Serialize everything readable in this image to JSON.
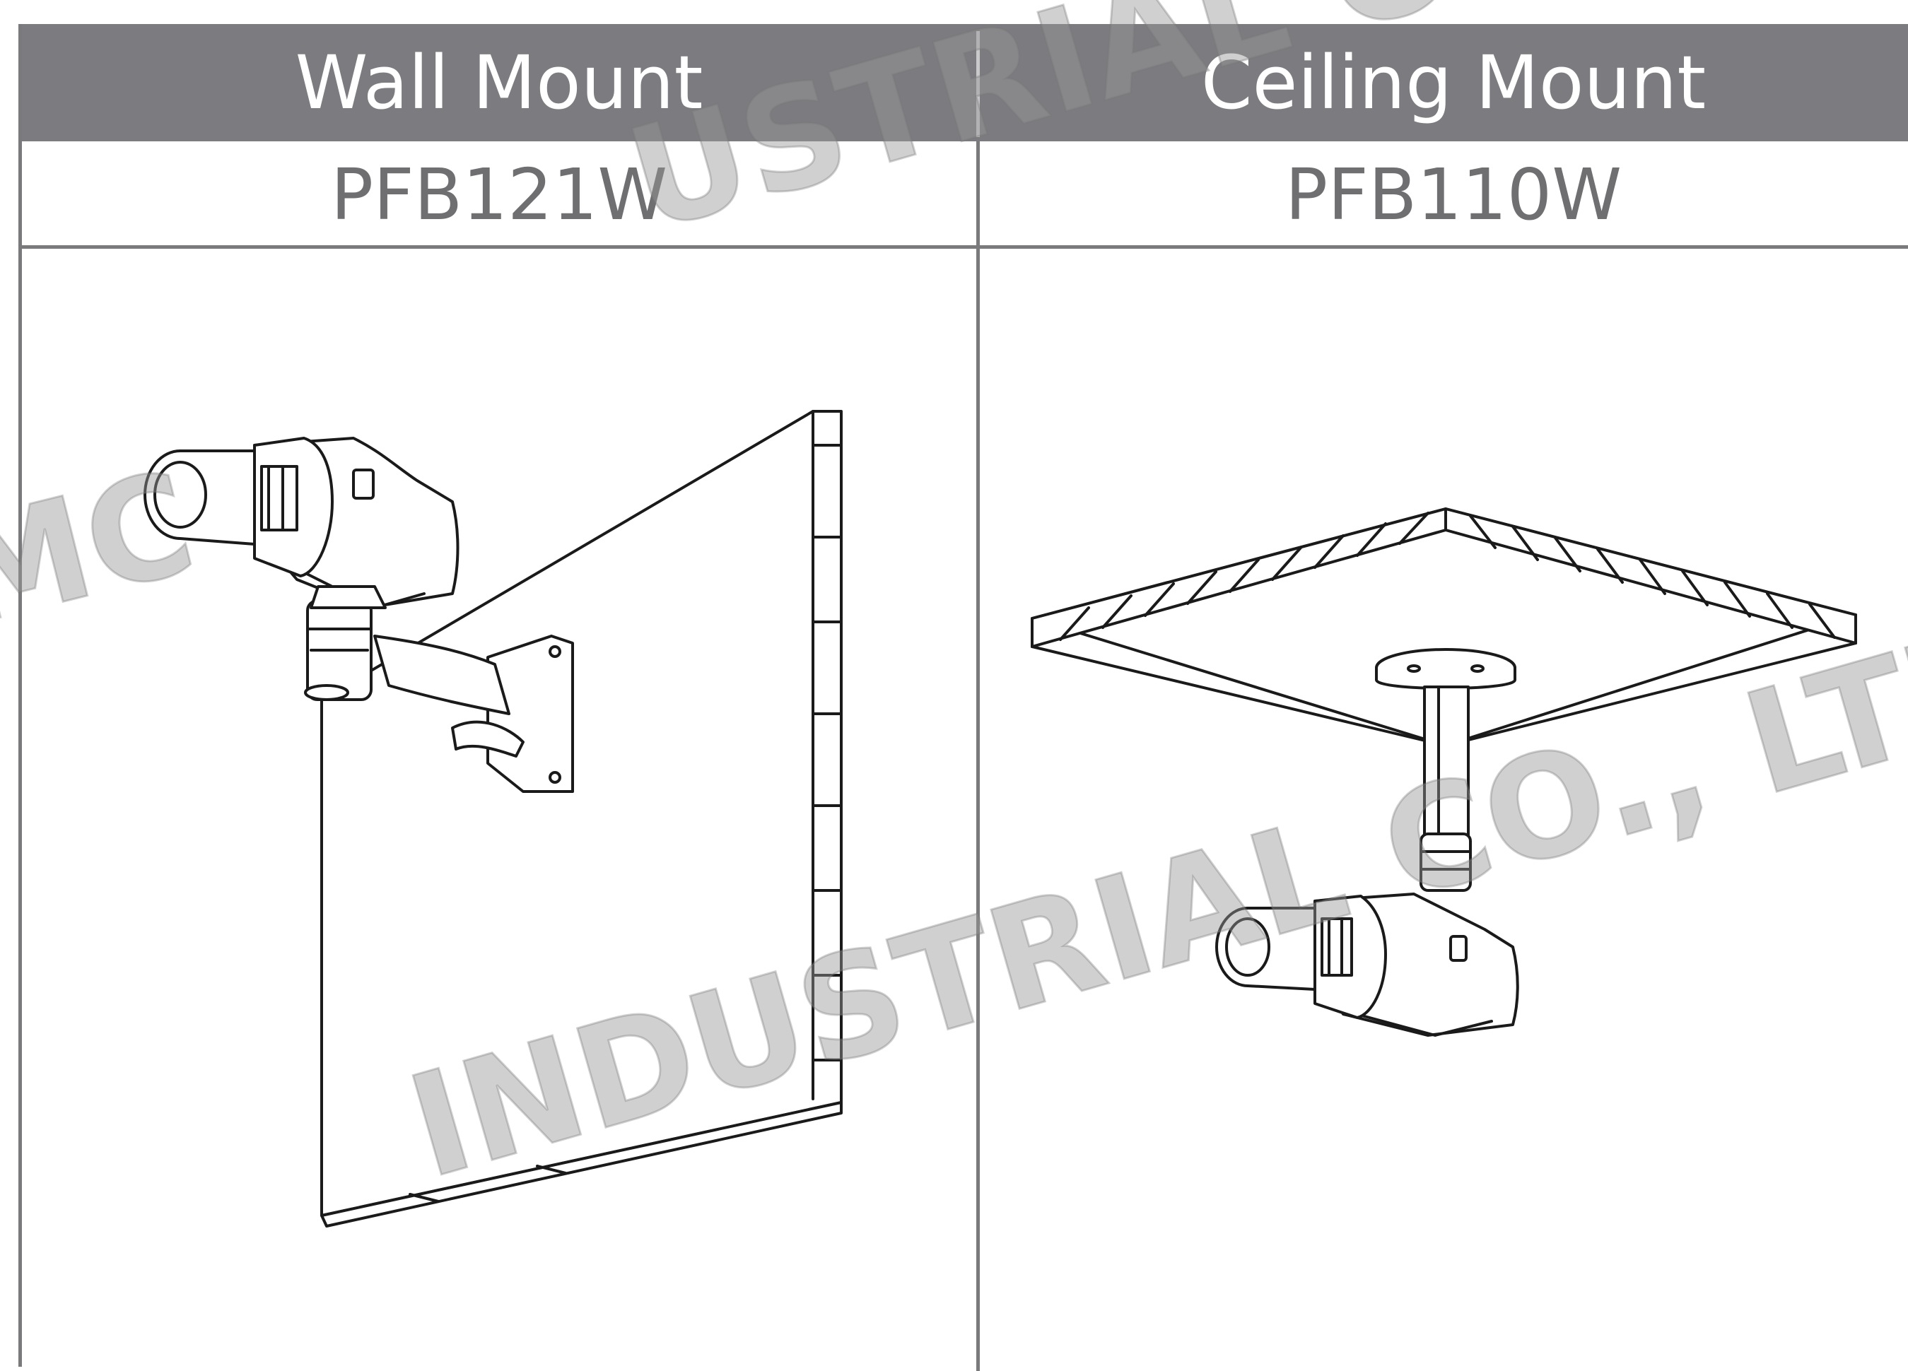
{
  "columns": [
    {
      "mount_type": "Wall Mount",
      "model": "PFB121W"
    },
    {
      "mount_type": "Ceiling Mount",
      "model": "PFB110W"
    }
  ],
  "watermarks": [
    {
      "text": "MC",
      "color": "#969696"
    },
    {
      "text": "USTRIAL CO., LTD",
      "color": "#969696"
    },
    {
      "text": "INDUSTRIAL CO., LTD",
      "color": "#969696"
    }
  ],
  "colors": {
    "header_bg": "#7c7c80",
    "header_text": "#ffffff",
    "model_text": "#6f6f72",
    "grid": "#7a7a7c"
  }
}
